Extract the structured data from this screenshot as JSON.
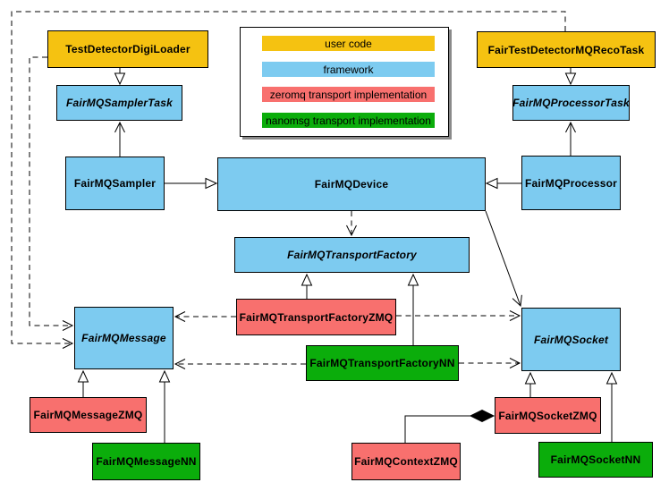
{
  "colors": {
    "user_code": "#F5C211",
    "framework": "#7DCBF0",
    "zeromq": "#F8706E",
    "nanomsg": "#0BAD0B",
    "edge": "#000000",
    "legend_background": "#FFFFFF",
    "legend_shadow": "#8A8A8A"
  },
  "legend": {
    "items": [
      {
        "label": "user code",
        "category_key": "user_code"
      },
      {
        "label": "framework",
        "category_key": "framework"
      },
      {
        "label": "zeromq transport implementation",
        "category_key": "zeromq"
      },
      {
        "label": "nanomsg transport implementation",
        "category_key": "nanomsg"
      }
    ]
  },
  "nodes": {
    "test_detector_digi_loader": {
      "label": "TestDetectorDigiLoader",
      "category": "user code",
      "abstract": false
    },
    "fair_test_detector_mq_reco_task": {
      "label": "FairTestDetectorMQRecoTask",
      "category": "user code",
      "abstract": false
    },
    "fairmq_sampler_task": {
      "label": "FairMQSamplerTask",
      "category": "framework",
      "abstract": true
    },
    "fairmq_processor_task": {
      "label": "FairMQProcessorTask",
      "category": "framework",
      "abstract": true
    },
    "fairmq_sampler": {
      "label": "FairMQSampler",
      "category": "framework",
      "abstract": false
    },
    "fairmq_device": {
      "label": "FairMQDevice",
      "category": "framework",
      "abstract": false
    },
    "fairmq_processor": {
      "label": "FairMQProcessor",
      "category": "framework",
      "abstract": false
    },
    "fairmq_transport_factory": {
      "label": "FairMQTransportFactory",
      "category": "framework",
      "abstract": true
    },
    "fairmq_transport_factory_zmq": {
      "label": "FairMQTransportFactoryZMQ",
      "category": "zeromq transport implementation",
      "abstract": false
    },
    "fairmq_transport_factory_nn": {
      "label": "FairMQTransportFactoryNN",
      "category": "nanomsg transport implementation",
      "abstract": false
    },
    "fairmq_message": {
      "label": "FairMQMessage",
      "category": "framework",
      "abstract": true
    },
    "fairmq_socket": {
      "label": "FairMQSocket",
      "category": "framework",
      "abstract": true
    },
    "fairmq_message_zmq": {
      "label": "FairMQMessageZMQ",
      "category": "zeromq transport implementation",
      "abstract": false
    },
    "fairmq_message_nn": {
      "label": "FairMQMessageNN",
      "category": "nanomsg transport implementation",
      "abstract": false
    },
    "fairmq_context_zmq": {
      "label": "FairMQContextZMQ",
      "category": "zeromq transport implementation",
      "abstract": false
    },
    "fairmq_socket_zmq": {
      "label": "FairMQSocketZMQ",
      "category": "zeromq transport implementation",
      "abstract": false
    },
    "fairmq_socket_nn": {
      "label": "FairMQSocketNN",
      "category": "nanomsg transport implementation",
      "abstract": false
    }
  },
  "edges": [
    {
      "from": "TestDetectorDigiLoader",
      "to": "FairMQSamplerTask",
      "relation": "inheritance",
      "line": "solid"
    },
    {
      "from": "FairTestDetectorMQRecoTask",
      "to": "FairMQProcessorTask",
      "relation": "inheritance",
      "line": "solid"
    },
    {
      "from": "FairMQSampler",
      "to": "FairMQSamplerTask",
      "relation": "inheritance",
      "line": "solid"
    },
    {
      "from": "FairMQProcessor",
      "to": "FairMQProcessorTask",
      "relation": "inheritance",
      "line": "solid"
    },
    {
      "from": "FairMQSampler",
      "to": "FairMQDevice",
      "relation": "inheritance",
      "line": "solid"
    },
    {
      "from": "FairMQProcessor",
      "to": "FairMQDevice",
      "relation": "inheritance",
      "line": "solid"
    },
    {
      "from": "FairMQDevice",
      "to": "FairMQTransportFactory",
      "relation": "dependency",
      "line": "dashed"
    },
    {
      "from": "FairMQTransportFactoryZMQ",
      "to": "FairMQTransportFactory",
      "relation": "inheritance",
      "line": "solid"
    },
    {
      "from": "FairMQTransportFactoryNN",
      "to": "FairMQTransportFactory",
      "relation": "inheritance",
      "line": "solid"
    },
    {
      "from": "FairMQDevice",
      "to": "FairMQSocket",
      "relation": "association",
      "line": "solid"
    },
    {
      "from": "FairMQTransportFactoryZMQ",
      "to": "FairMQSocket",
      "relation": "dependency",
      "line": "dashed"
    },
    {
      "from": "FairMQTransportFactoryNN",
      "to": "FairMQSocket",
      "relation": "dependency",
      "line": "dashed"
    },
    {
      "from": "FairMQTransportFactoryZMQ",
      "to": "FairMQMessage",
      "relation": "dependency",
      "line": "dashed"
    },
    {
      "from": "FairMQTransportFactoryNN",
      "to": "FairMQMessage",
      "relation": "dependency",
      "line": "dashed"
    },
    {
      "from": "FairTestDetectorMQRecoTask",
      "to": "FairMQMessage",
      "relation": "dependency",
      "line": "dashed"
    },
    {
      "from": "TestDetectorDigiLoader",
      "to": "FairMQMessage",
      "relation": "dependency",
      "line": "dashed"
    },
    {
      "from": "FairMQMessageZMQ",
      "to": "FairMQMessage",
      "relation": "inheritance",
      "line": "solid"
    },
    {
      "from": "FairMQMessageNN",
      "to": "FairMQMessage",
      "relation": "inheritance",
      "line": "solid"
    },
    {
      "from": "FairMQSocketZMQ",
      "to": "FairMQSocket",
      "relation": "inheritance",
      "line": "solid"
    },
    {
      "from": "FairMQSocketNN",
      "to": "FairMQSocket",
      "relation": "inheritance",
      "line": "solid"
    },
    {
      "from": "FairMQContextZMQ",
      "to": "FairMQSocketZMQ",
      "relation": "composition",
      "line": "solid"
    }
  ]
}
